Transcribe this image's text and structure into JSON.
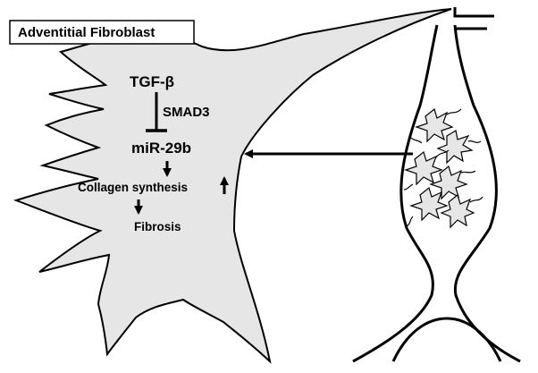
{
  "cell": {
    "label": "Adventitial Fibroblast",
    "fill": "#e6e6e6"
  },
  "pathway": {
    "tgf": "TGF-β",
    "smad3": "SMAD3",
    "mir": "miR-29b",
    "collagen": "Collagen synthesis",
    "fibrosis": "Fibrosis"
  },
  "colors": {
    "stroke": "#000000",
    "background": "#ffffff"
  }
}
